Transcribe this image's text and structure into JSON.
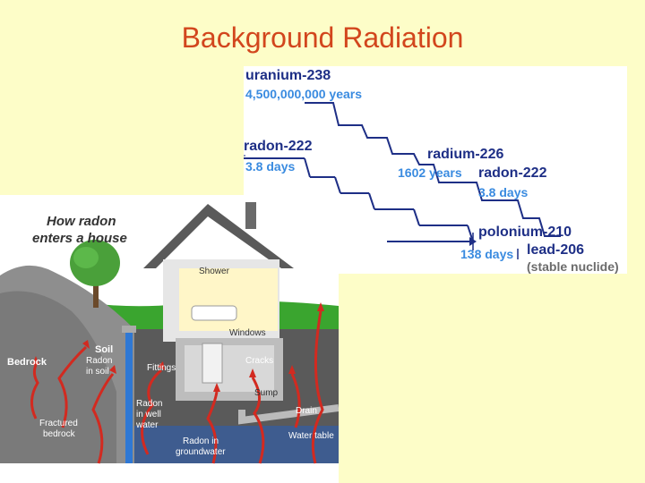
{
  "slide": {
    "title": "Background Radiation"
  },
  "decay_chain": {
    "nodes": [
      {
        "nuclide": "uranium-238",
        "half_life": "4,500,000,000 years"
      },
      {
        "nuclide": "radium-226",
        "half_life": "1602 years"
      },
      {
        "nuclide": "radon-222",
        "half_life": "3.8 days"
      },
      {
        "nuclide": "radon-222",
        "half_life": "3.8 days"
      },
      {
        "nuclide": "polonium-210",
        "half_life": "138 days"
      },
      {
        "nuclide": "lead-206",
        "note": "(stable nuclide)"
      }
    ]
  },
  "house_diagram": {
    "title_line1": "How radon",
    "title_line2": "enters a house",
    "labels": {
      "shower": "Shower",
      "windows": "Windows",
      "soil": "Soil",
      "bedrock": "Bedrock",
      "radon_soil_1": "Radon",
      "radon_soil_2": "in soil",
      "fittings": "Fittings",
      "cracks": "Cracks",
      "sump": "Sump",
      "radon_well_1": "Radon",
      "radon_well_2": "in well",
      "radon_well_3": "water",
      "drain": "Drain",
      "fractured_1": "Fractured",
      "fractured_2": "bedrock",
      "radon_gw_1": "Radon in",
      "radon_gw_2": "groundwater",
      "water_table": "Water table"
    }
  }
}
